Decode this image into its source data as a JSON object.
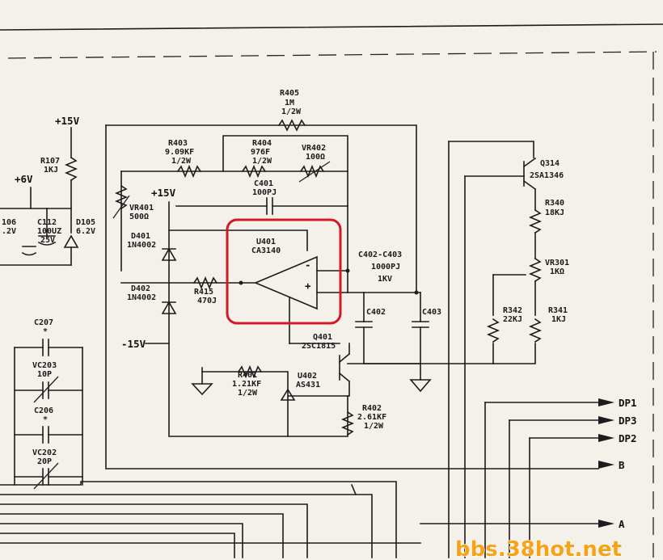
{
  "labels": {
    "r405": [
      "R405",
      "1M",
      "1/2W"
    ],
    "r403": [
      "R403",
      "9.09KF",
      "1/2W"
    ],
    "r404": [
      "R404",
      "976F",
      "1/2W"
    ],
    "vr402": [
      "VR402",
      "100Ω"
    ],
    "c401": [
      "C401",
      "100PJ"
    ],
    "vr401": [
      "VR401",
      "500Ω"
    ],
    "u401": [
      "U401",
      "CA3140"
    ],
    "d401": [
      "D401",
      "1N4002"
    ],
    "d402": [
      "D402",
      "1N4002"
    ],
    "r415": [
      "R415",
      "470J"
    ],
    "c402_403": [
      "C402-C403",
      "1000PJ",
      "1KV"
    ],
    "c402": "C402",
    "c403": "C403",
    "q314": [
      "Q314",
      "2SA1346"
    ],
    "r340": [
      "R340",
      "18KJ"
    ],
    "vr301": [
      "VR301",
      "1KΩ"
    ],
    "r342": [
      "R342",
      "22KJ"
    ],
    "r341": [
      "R341",
      "1KJ"
    ],
    "q401": [
      "Q401",
      "2SC1815"
    ],
    "r401": [
      "R401",
      "1.21KF",
      "1/2W"
    ],
    "u402": [
      "U402",
      "AS431"
    ],
    "r402": [
      "R402",
      "2.61KF",
      "1/2W"
    ],
    "r107": [
      "R107",
      "1KJ"
    ],
    "c112": [
      "C112",
      "100UZ",
      "25V"
    ],
    "d105": [
      "D105",
      "6.2V"
    ],
    "d106_part": [
      "106",
      ".2V"
    ],
    "c207": [
      "C207",
      "*"
    ],
    "vc203": [
      "VC203",
      "10P"
    ],
    "c206": [
      "C206",
      "*"
    ],
    "vc202": [
      "VC202",
      "20P"
    ],
    "rail_p15_top": "+15V",
    "rail_p6": "+6V",
    "rail_p15_mid": "+15V",
    "rail_m15": "-15V",
    "opamp_minus": "-",
    "opamp_plus": "+"
  },
  "outputs": [
    "DP1",
    "DP3",
    "DP2",
    "B",
    "A"
  ],
  "highlight": {
    "target": "U401 CA3140",
    "color": "#d11a24"
  },
  "watermark": {
    "text": "bbs.38hot.net",
    "color": "#f6a31a"
  },
  "colors": {
    "ink": "#1c1c1c",
    "paper": "#f3f1ea"
  }
}
